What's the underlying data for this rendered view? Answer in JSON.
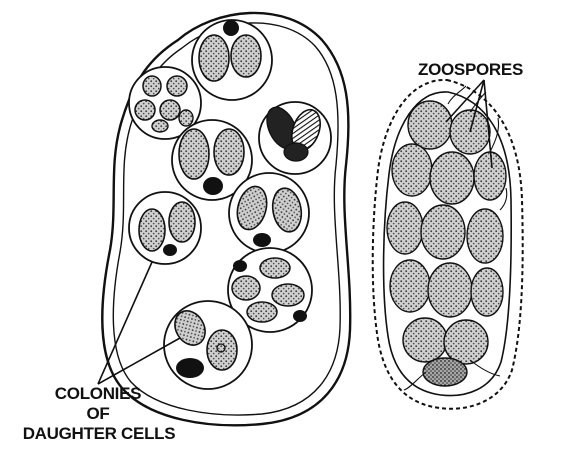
{
  "labels": {
    "zoospores": "ZOOSPORES",
    "colonies_line1": "COLONIES",
    "colonies_line2": "OF",
    "colonies_line3": "DAUGHTER CELLS"
  },
  "colors": {
    "ink": "#111111",
    "stipple": "#6b6b6b",
    "background": "#ffffff"
  }
}
